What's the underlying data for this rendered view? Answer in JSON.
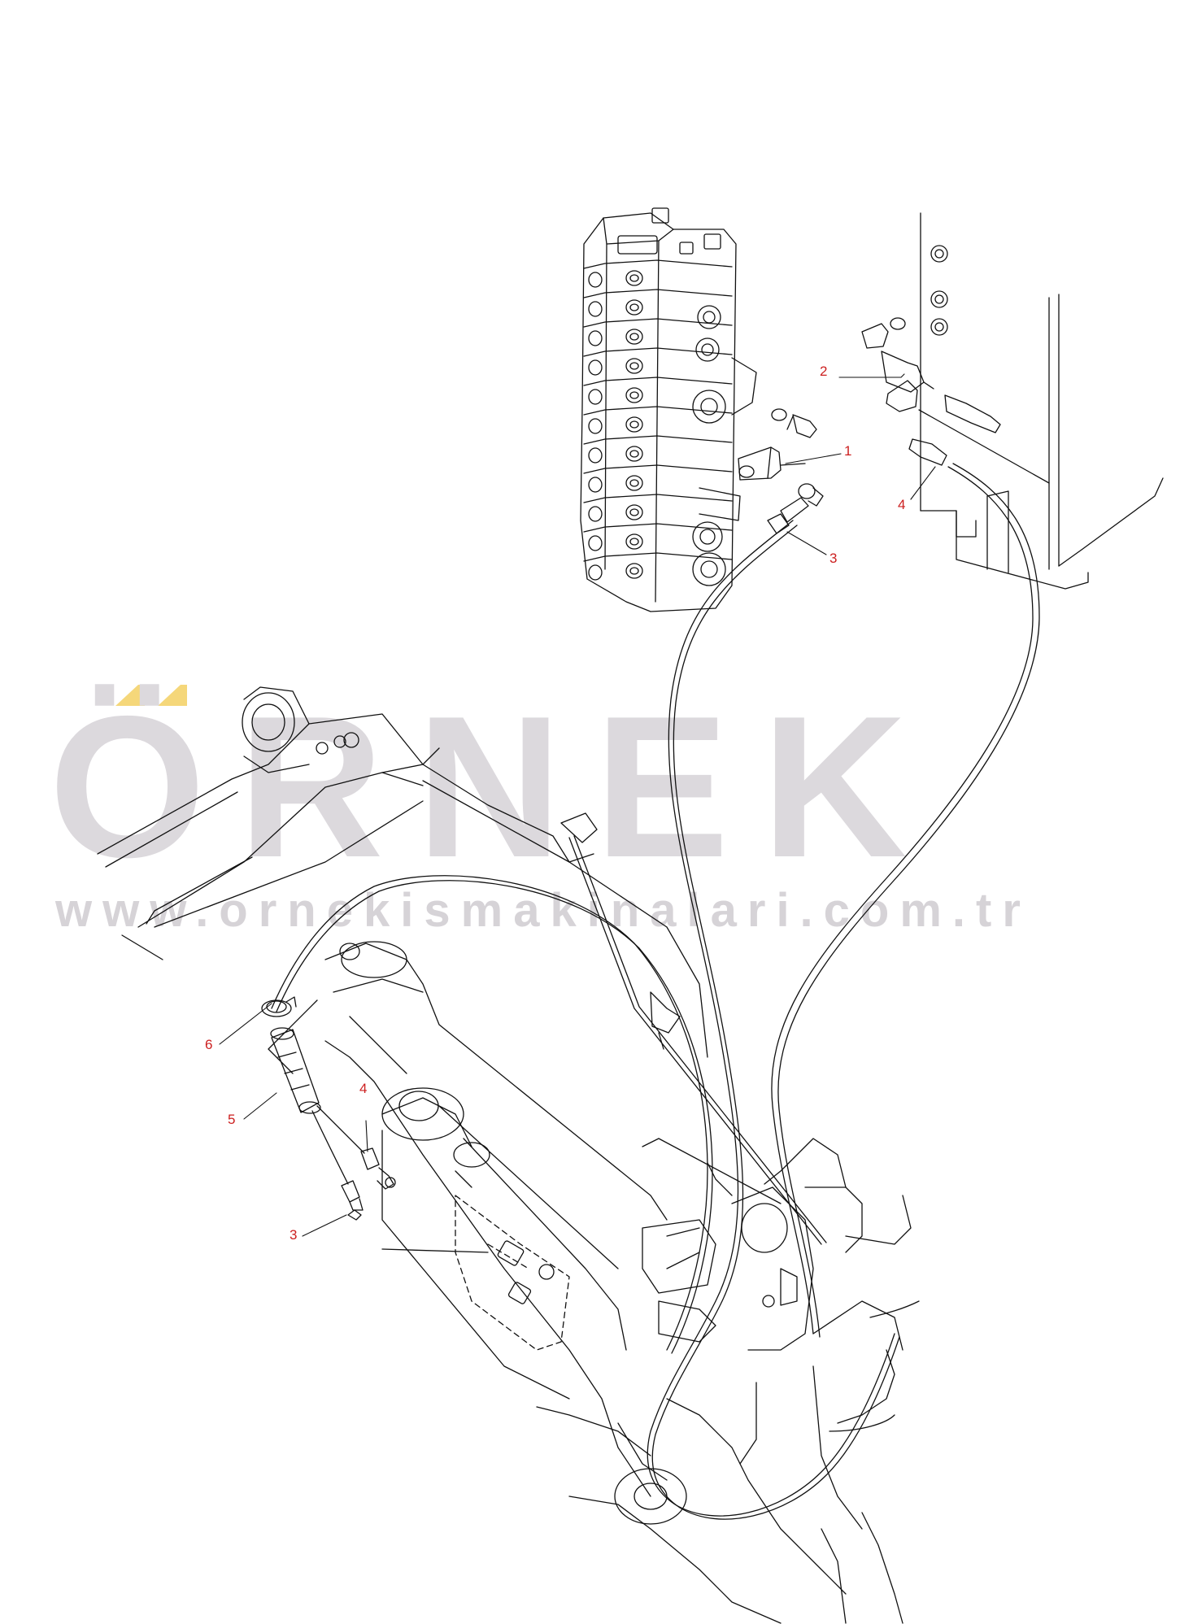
{
  "watermark": {
    "logo_text": "ÖRNEK",
    "url_text": "www.ornekismakinalari.com.tr",
    "logo_color": "#dcd9dd",
    "dot_color": "#f5d77a"
  },
  "callouts": {
    "c1": "1",
    "c2": "2",
    "c3a": "3",
    "c4a": "4",
    "c6": "6",
    "c5": "5",
    "c4b": "4",
    "c3b": "3"
  },
  "colors": {
    "line": "#111111",
    "callout": "#cc1f1f"
  }
}
